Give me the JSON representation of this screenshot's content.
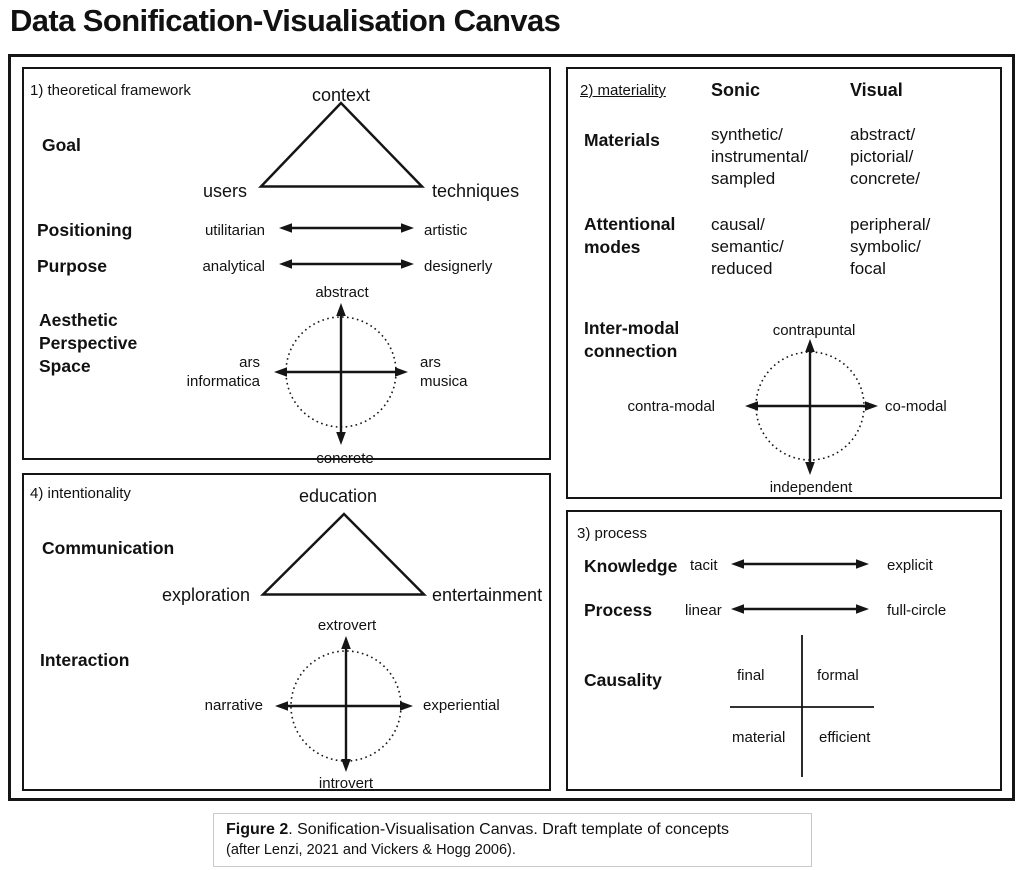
{
  "title": "Data Sonification-Visualisation Canvas",
  "theoretical": {
    "panel_label": "1) theoretical framework",
    "goal_label": "Goal",
    "triangle_top": "context",
    "triangle_left": "users",
    "triangle_right": "techniques",
    "positioning_label": "Positioning",
    "positioning_left": "utilitarian",
    "positioning_right": "artistic",
    "purpose_label": "Purpose",
    "purpose_left": "analytical",
    "purpose_right": "designerly",
    "aps_label": "Aesthetic\nPerspective\nSpace",
    "aps_top": "abstract",
    "aps_bottom": "concrete",
    "aps_left": "ars\ninformatica",
    "aps_right": "ars\nmusica"
  },
  "materiality": {
    "panel_label": "2) materiality",
    "col_sonic": "Sonic",
    "col_visual": "Visual",
    "materials_label": "Materials",
    "materials_sonic": "synthetic/\ninstrumental/\nsampled",
    "materials_visual": "abstract/\npictorial/\nconcrete/",
    "attentional_label": "Attentional\nmodes",
    "attentional_sonic": "causal/\nsemantic/\nreduced",
    "attentional_visual": "peripheral/\nsymbolic/\nfocal",
    "intermodal_label": "Inter-modal\nconnection",
    "intermodal_top": "contrapuntal",
    "intermodal_bottom": "independent",
    "intermodal_left": "contra-modal",
    "intermodal_right": "co-modal"
  },
  "process": {
    "panel_label": "3) process",
    "knowledge_label": "Knowledge",
    "knowledge_left": "tacit",
    "knowledge_right": "explicit",
    "process_label": "Process",
    "process_left": "linear",
    "process_right": "full-circle",
    "causality_label": "Causality",
    "quad_top_left": "final",
    "quad_top_right": "formal",
    "quad_bottom_left": "material",
    "quad_bottom_right": "efficient"
  },
  "intentionality": {
    "panel_label": "4) intentionality",
    "communication_label": "Communication",
    "triangle_top": "education",
    "triangle_left": "exploration",
    "triangle_right": "entertainment",
    "interaction_label": "Interaction",
    "interaction_top": "extrovert",
    "interaction_bottom": "introvert",
    "interaction_left": "narrative",
    "interaction_right": "experiential"
  },
  "caption": {
    "figure_label": "Figure 2",
    "line1_rest": ". Sonification-Visualisation Canvas. Draft template of concepts",
    "line2": "(after Lenzi, 2021 and Vickers & Hogg 2006)."
  },
  "colors": {
    "ink": "#111111",
    "caption_border": "#c9c9c9",
    "background": "#ffffff"
  }
}
